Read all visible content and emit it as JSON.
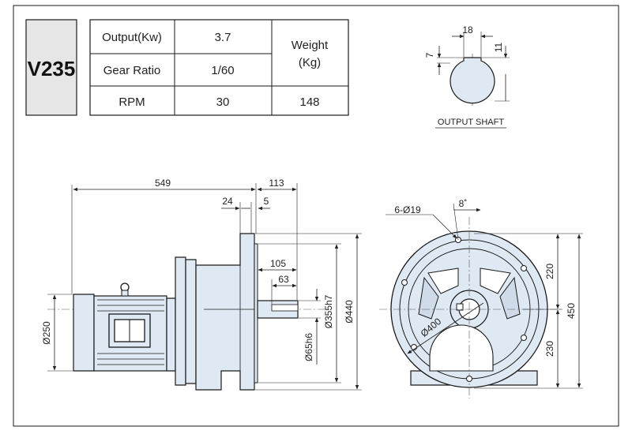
{
  "model": "V235",
  "specs": {
    "output_label": "Output(Kw)",
    "output_value": "3.7",
    "ratio_label": "Gear Ratio",
    "ratio_value": "1/60",
    "rpm_label": "RPM",
    "rpm_value": "30",
    "weight_label_1": "Weight",
    "weight_label_2": "(Kg)",
    "weight_value": "148"
  },
  "shaft": {
    "caption": "OUTPUT SHAFT",
    "key_width": "18",
    "key_depth_left": "7",
    "key_depth_right": "11"
  },
  "side_view": {
    "overall_length": "549",
    "shaft_length": "113",
    "flange_thickness": "24",
    "spigot": "5",
    "key_span": "105",
    "key_length": "63",
    "motor_dia": "Ø250",
    "shaft_dia": "Ø65h6",
    "spigot_dia": "Ø355h7",
    "flange_dia": "Ø440"
  },
  "front_view": {
    "holes": "6-Ø19",
    "angle": "8˚",
    "pcd": "Ø400",
    "upper_height": "220",
    "lower_height": "230",
    "total_height": "450"
  },
  "colors": {
    "fill": "#dfe9f3",
    "line": "#1a1a1a",
    "model_bg": "#e6e6e6"
  }
}
